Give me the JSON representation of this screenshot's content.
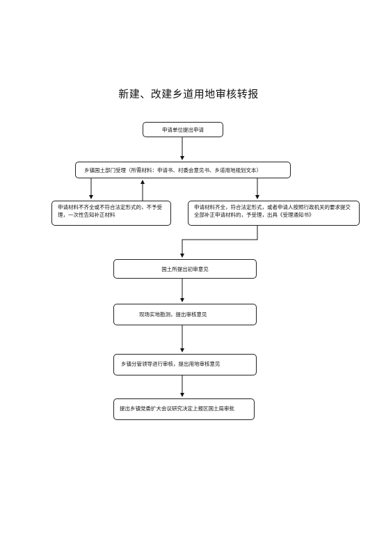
{
  "title": "新建、改建乡道用地审核转报",
  "nodes": {
    "n1": "申请单位提出申请",
    "n2": "乡镇国土部门受理（所需材料：申请书、村委会意见书、乡道用地规划文本）",
    "n3": "申请材料不齐全或不符合法定形式的，不予受理，一次性告知补正材料",
    "n4": "申请材料齐全，符合法定形式，或者申请人按照行政机关的要求提交全部补正申请材料的，予受理，出具《受理通知书》",
    "n5": "国土所提出初审意见",
    "n6": "现场实地勘测，提出审核意见",
    "n7": "乡镇分管领导进行审核，提出用地审核意见",
    "n8": "提出乡镇党委扩大会议研究决定上报区国土局审批"
  }
}
